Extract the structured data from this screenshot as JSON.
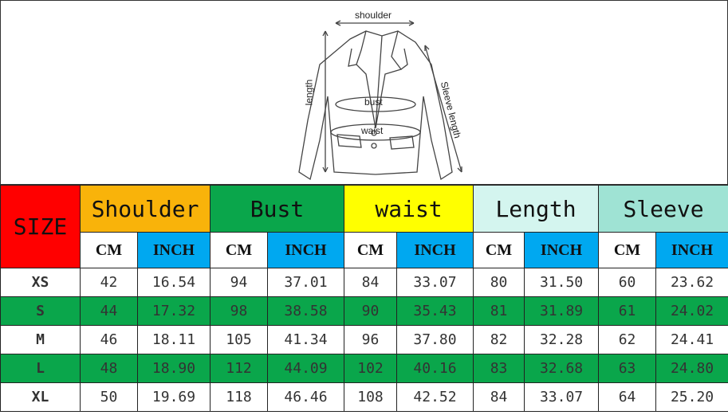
{
  "diagram": {
    "labels": {
      "shoulder": "shoulder",
      "length": "length",
      "bust": "bust",
      "waist": "waist",
      "sleeve": "Sleeve length"
    }
  },
  "table": {
    "size_header": "SIZE",
    "groups": [
      {
        "label": "Shoulder",
        "color": "#f9b30a"
      },
      {
        "label": "Bust",
        "color": "#0aa64b"
      },
      {
        "label": "waist",
        "color": "#ffff00"
      },
      {
        "label": "Length",
        "color": "#d4f5ef"
      },
      {
        "label": "Sleeve",
        "color": "#9fe3d4"
      }
    ],
    "size_header_color": "#ff0000",
    "units": {
      "cm": "CM",
      "inch": "INCH"
    },
    "unit_colors": {
      "cm": "#ffffff",
      "inch": "#00a8f0"
    },
    "row_colors": {
      "white": "#ffffff",
      "green": "#0aa64b"
    },
    "rows": [
      {
        "size": "XS",
        "values": [
          "42",
          "16.54",
          "94",
          "37.01",
          "84",
          "33.07",
          "80",
          "31.50",
          "60",
          "23.62"
        ]
      },
      {
        "size": "S",
        "values": [
          "44",
          "17.32",
          "98",
          "38.58",
          "90",
          "35.43",
          "81",
          "31.89",
          "61",
          "24.02"
        ]
      },
      {
        "size": "M",
        "values": [
          "46",
          "18.11",
          "105",
          "41.34",
          "96",
          "37.80",
          "82",
          "32.28",
          "62",
          "24.41"
        ]
      },
      {
        "size": "L",
        "values": [
          "48",
          "18.90",
          "112",
          "44.09",
          "102",
          "40.16",
          "83",
          "32.68",
          "63",
          "24.80"
        ]
      },
      {
        "size": "XL",
        "values": [
          "50",
          "19.69",
          "118",
          "46.46",
          "108",
          "42.52",
          "84",
          "33.07",
          "64",
          "25.20"
        ]
      }
    ]
  }
}
